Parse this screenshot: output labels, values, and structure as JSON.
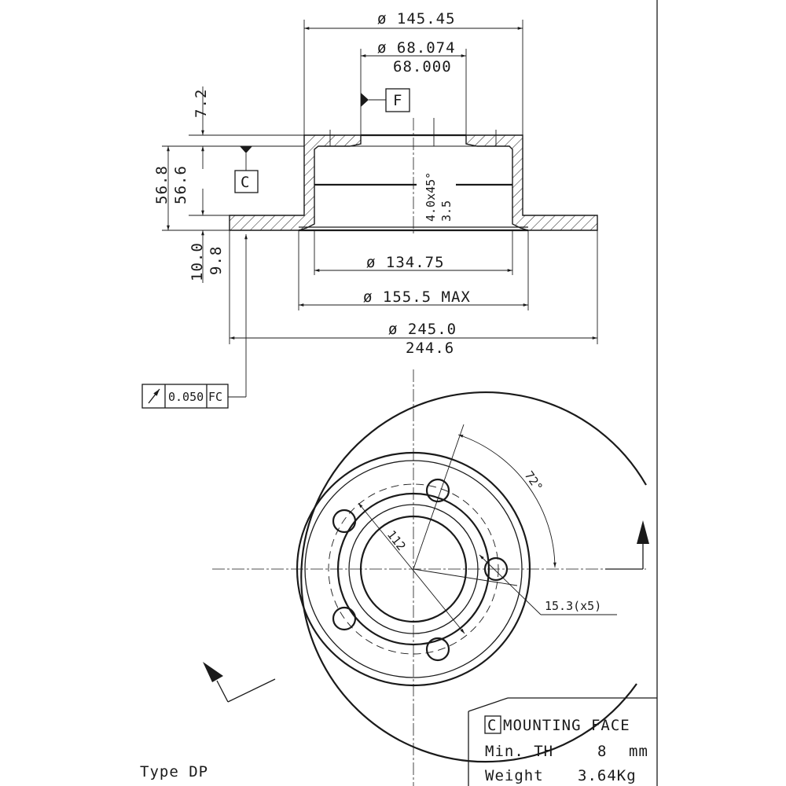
{
  "dimensions": {
    "outer_top_dia": "ø 145.45",
    "hub_bore_max": "ø 68.074",
    "hub_bore_min": "68.000",
    "datum_f": "F",
    "datum_c": "C",
    "hat_height": "7.2",
    "total_height_max": "56.8",
    "total_height_min": "56.6",
    "chamfer": "4.0x45°",
    "chamfer_depth": "3.5",
    "thickness_max": "10.0",
    "thickness_min": "9.8",
    "inner_dia": "ø 134.75",
    "hat_max_dia": "ø 155.5 MAX",
    "outer_dia_max": "ø 245.0",
    "outer_dia_min": "244.6",
    "runout_value": "0.050",
    "runout_datum": "FC",
    "angle": "72°",
    "pcd": "112",
    "hole_dia": "15.3(x5)"
  },
  "notes": {
    "mounting_face_marker": "C",
    "mounting_face": "MOUNTING FACE",
    "min_th_label": "Min. TH",
    "min_th_value": "8",
    "min_th_unit": "mm",
    "weight_label": "Weight",
    "weight_value": "3.64Kg",
    "type": "Type DP"
  },
  "view": {
    "bolt_holes": 5
  }
}
